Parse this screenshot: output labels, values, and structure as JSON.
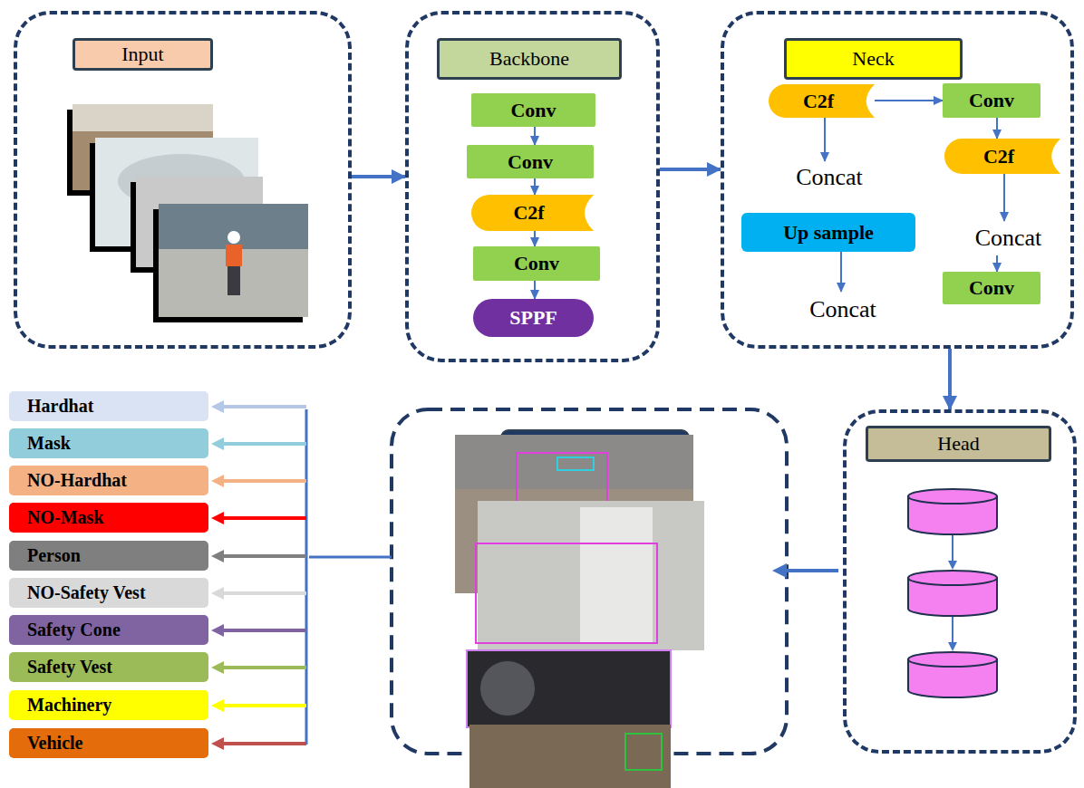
{
  "diagram": {
    "nodes": [
      {
        "text": [
          "Input"
        ]
      },
      {
        "text": [
          "Backbone"
        ]
      },
      {
        "text": [
          "Conv"
        ],
        "in": 1
      },
      {
        "text": [
          "Conv"
        ],
        "in": 1
      },
      {
        "text": [
          "C2f"
        ],
        "in": 1
      },
      {
        "text": [
          "Conv"
        ],
        "in": 1
      },
      {
        "text": [
          "SPPF"
        ],
        "in": 1
      },
      {
        "text": [
          "Neck"
        ]
      },
      {
        "text": [
          "C2f"
        ],
        "in": 7
      },
      {
        "text": [
          "Concat"
        ],
        "in": 7
      },
      {
        "text": [
          "Up sample"
        ],
        "in": 7
      },
      {
        "text": [
          "Concat"
        ],
        "in": 7
      },
      {
        "text": [
          "Conv"
        ],
        "in": 7
      },
      {
        "text": [
          "C2f"
        ],
        "in": 7
      },
      {
        "text": [
          "Concat"
        ],
        "in": 7
      },
      {
        "text": [
          "Conv"
        ],
        "in": 7
      },
      {
        "text": [
          "Head"
        ]
      },
      {
        "text": [
          "Hardhat"
        ]
      },
      {
        "text": [
          "Mask"
        ]
      },
      {
        "text": [
          "NO-Hardhat"
        ]
      },
      {
        "text": [
          "NO-Mask"
        ]
      },
      {
        "text": [
          "Person"
        ]
      },
      {
        "text": [
          "NO-Safety Vest"
        ]
      },
      {
        "text": [
          "Safety Cone"
        ]
      },
      {
        "text": [
          "Safety Vest"
        ]
      },
      {
        "text": [
          "Machinery"
        ]
      },
      {
        "text": [
          "Vehicle"
        ]
      }
    ],
    "edges": [
      {
        "from": 0,
        "to": 1,
        "arrow": "to"
      },
      {
        "from": 1,
        "to": 7,
        "arrow": "to"
      },
      {
        "from": 7,
        "to": 16,
        "arrow": "to"
      },
      {
        "from": 2,
        "to": 3,
        "arrow": "to"
      },
      {
        "from": 3,
        "to": 4,
        "arrow": "to"
      },
      {
        "from": 4,
        "to": 5,
        "arrow": "to"
      },
      {
        "from": 5,
        "to": 6,
        "arrow": "to"
      },
      {
        "from": 8,
        "to": 9,
        "arrow": "to"
      },
      {
        "from": 10,
        "to": 11,
        "arrow": "to"
      },
      {
        "from": 8,
        "to": 12,
        "arrow": "to"
      },
      {
        "from": 12,
        "to": 13,
        "arrow": "to"
      },
      {
        "from": 13,
        "to": 14,
        "arrow": "to"
      },
      {
        "from": 14,
        "to": 15,
        "arrow": "to"
      }
    ]
  }
}
